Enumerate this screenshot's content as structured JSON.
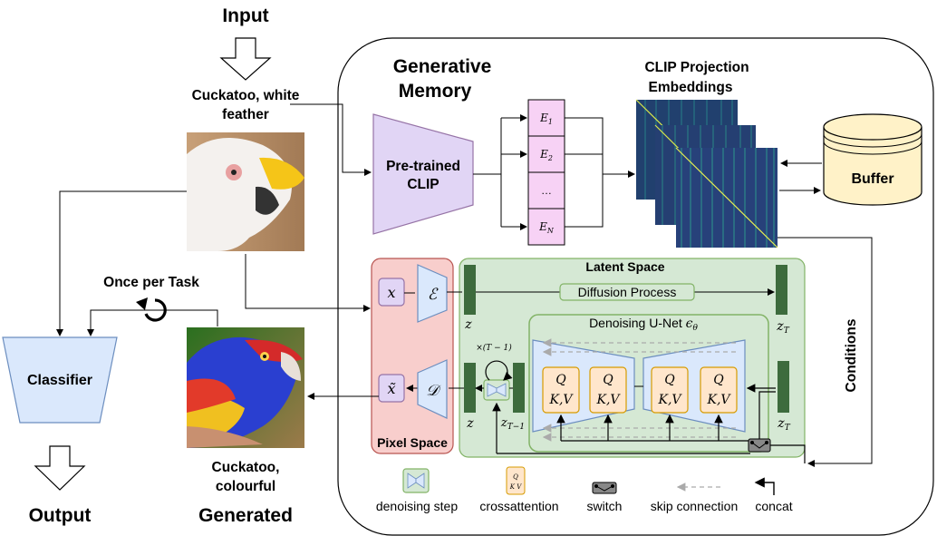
{
  "input_title": "Input",
  "input_caption_line1": "Cuckatoo, white",
  "input_caption_line2": "feather",
  "once_per_task": "Once per Task",
  "classifier": "Classifier",
  "output": "Output",
  "generated_caption_line1": "Cuckatoo,",
  "generated_caption_line2": "colourful",
  "generated_title": "Generated",
  "gen_memory_line1": "Generative",
  "gen_memory_line2": "Memory",
  "clip_line1": "Pre-trained",
  "clip_line2": "CLIP",
  "embeddings": [
    "E_1",
    "E_2",
    "…",
    "E_N"
  ],
  "clip_proj_line1": "CLIP Projection",
  "clip_proj_line2": "Embeddings",
  "buffer": "Buffer",
  "latent_space": "Latent Space",
  "pixel_space": "Pixel Space",
  "diffusion_process": "Diffusion Process",
  "denoising_unet": "Denoising U-Net ε_θ",
  "conditions": "Conditions",
  "symbols": {
    "x": "x",
    "x_tilde": "x̃",
    "encoder": "ℰ",
    "decoder": "𝒟",
    "z": "z",
    "z_T": "z_T",
    "z_T_minus_1": "z_{T−1}",
    "times_T_minus_1": "×(T − 1)",
    "q": "Q",
    "kv": "K,V"
  },
  "legend": [
    {
      "icon": "denoising-step-icon",
      "label": "denoising step"
    },
    {
      "icon": "crossattention-icon",
      "label": "crossattention"
    },
    {
      "icon": "switch-icon",
      "label": "switch"
    },
    {
      "icon": "skip-connection-icon",
      "label": "skip connection"
    },
    {
      "icon": "concat-icon",
      "label": "concat"
    }
  ],
  "colors": {
    "clip_purple": "#e1d5f5",
    "embed_pink": "#f7d2f5",
    "buffer_yellow": "#fff2c8",
    "latent_green": "#d5e8d4",
    "pixel_red": "#f8cecc",
    "bar_green": "#3d6b3d",
    "unet_blue": "#dae8fc",
    "qkv_orange": "#ffe6cc"
  }
}
